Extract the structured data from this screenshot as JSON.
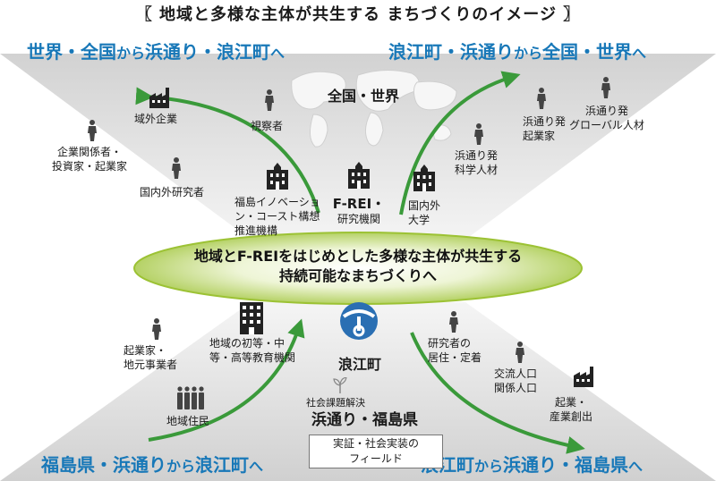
{
  "title": "〖 地域と多様な主体が共生する まちづくりのイメージ 〗",
  "headings": {
    "top_left": {
      "a": "世界・全国",
      "b": "から",
      "c": "浜通り・浪江町",
      "d": "へ"
    },
    "top_right": {
      "a": "浪江町・浜通り",
      "b": "から",
      "c": "全国・世界",
      "d": "へ"
    },
    "bottom_left": {
      "a": "福島県・浜通り",
      "b": "から",
      "c": "浪江町",
      "d": "へ"
    },
    "bottom_right": {
      "a": "浪江町",
      "b": "から",
      "c": "浜通り・福島県",
      "d": "へ"
    }
  },
  "world_label": "全国・世界",
  "labels": {
    "outside_companies": "域外企業",
    "inspectors": "視察者",
    "business_people": [
      "企業関係者・",
      "投資家・起業家"
    ],
    "researchers_domestic": "国内外研究者",
    "fukushima_promotion": [
      "福島イノベーショ",
      "ン・コースト構想",
      "推進機構"
    ],
    "frei": [
      "F-REI・",
      "研究機関"
    ],
    "universities": [
      "国内外",
      "大学"
    ],
    "hamadori_scientists": [
      "浜通り発",
      "科学人材"
    ],
    "hamadori_entrepreneurs": [
      "浜通り発",
      "起業家"
    ],
    "hamadori_global": [
      "浜通り発",
      "グローバル人材"
    ],
    "local_entrepreneurs": [
      "起業家・",
      "地元事業者"
    ],
    "schools": [
      "地域の初等・中",
      "等・高等教育機関"
    ],
    "namie": "浪江町",
    "researchers_residence": [
      "研究者の",
      "居住・定着"
    ],
    "exchange_population": [
      "交流人口",
      "関係人口"
    ],
    "business_creation": [
      "起業・",
      "産業創出"
    ],
    "residents": "地域住民",
    "social_issues": "社会課題解決",
    "hamadori_fukushima": "浜通り・福島県",
    "field": [
      "実証・社会実装の",
      "フィールド"
    ]
  },
  "ellipse_text": [
    "地域とF-REIをはじめとした多様な主体が共生する",
    "持続可能なまちづくりへ"
  ],
  "colors": {
    "accent_blue": "#1878b8",
    "arrow_green": "#3a9a3a",
    "ellipse_green": "#a9cc3c",
    "town_blue": "#2a6fb3"
  },
  "icons": [
    "factory-icon",
    "person-icon",
    "building-icon",
    "people-group-icon",
    "sprout-icon",
    "world-map-icon",
    "namie-emblem-icon"
  ]
}
